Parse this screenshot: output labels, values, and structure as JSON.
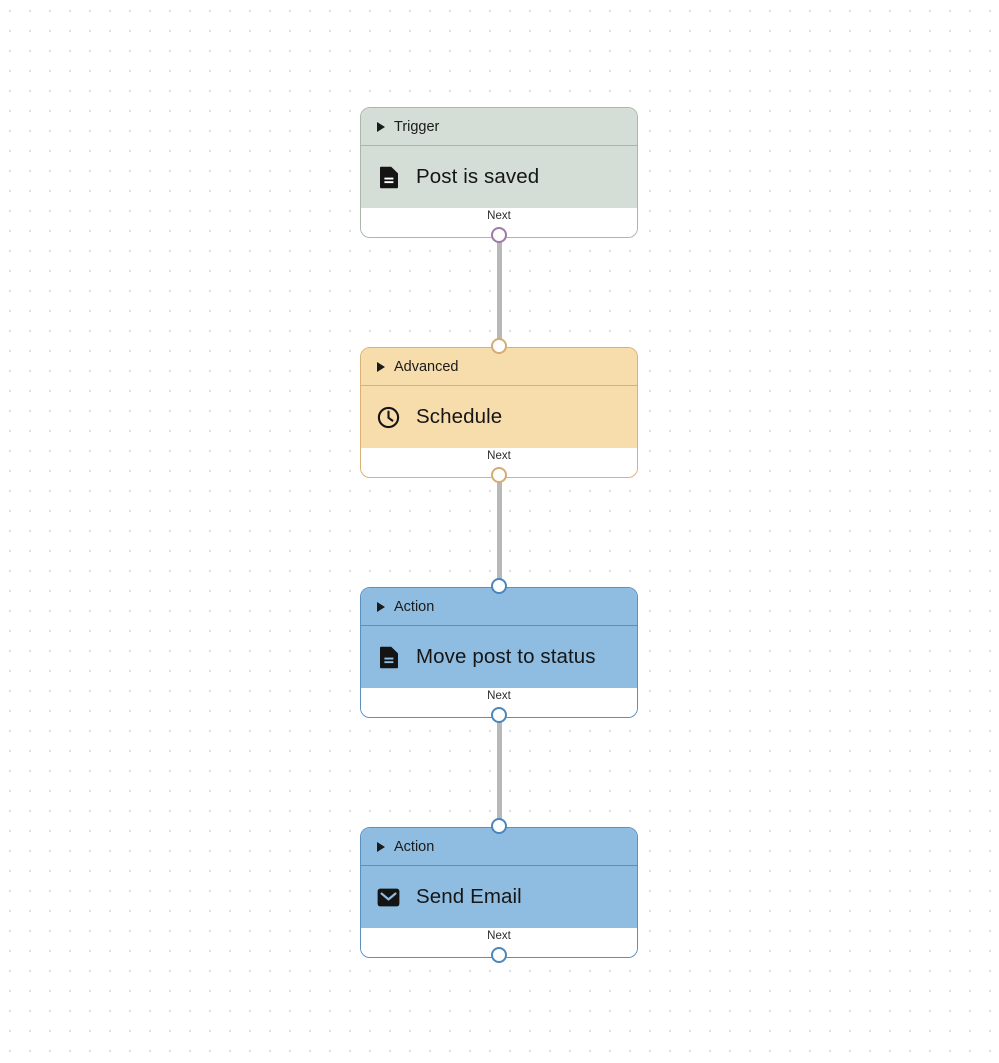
{
  "canvas": {
    "background_color": "#ffffff",
    "grid_dot_color": "#dedede",
    "edge_color": "#b8b8b8"
  },
  "nodes": [
    {
      "id": "trigger-post-is-saved",
      "category": "Trigger",
      "title": "Post is saved",
      "icon": "document-icon",
      "footer_label": "Next",
      "header_color": "#d4ded6",
      "border_color": "#a9b7ab",
      "port_color": "#9d7aa8"
    },
    {
      "id": "advanced-schedule",
      "category": "Advanced",
      "title": "Schedule",
      "icon": "clock-icon",
      "footer_label": "Next",
      "header_color": "#f7dcac",
      "border_color": "#d8b174",
      "port_color": "#d3ad74"
    },
    {
      "id": "action-move-post-to-status",
      "category": "Action",
      "title": "Move post to status",
      "icon": "document-icon",
      "footer_label": "Next",
      "header_color": "#8fbde1",
      "border_color": "#5b8fbe",
      "port_color": "#4b87bd"
    },
    {
      "id": "action-send-email",
      "category": "Action",
      "title": "Send Email",
      "icon": "envelope-icon",
      "footer_label": "Next",
      "header_color": "#8fbde1",
      "border_color": "#5b8fbe",
      "port_color": "#4b87bd"
    }
  ]
}
